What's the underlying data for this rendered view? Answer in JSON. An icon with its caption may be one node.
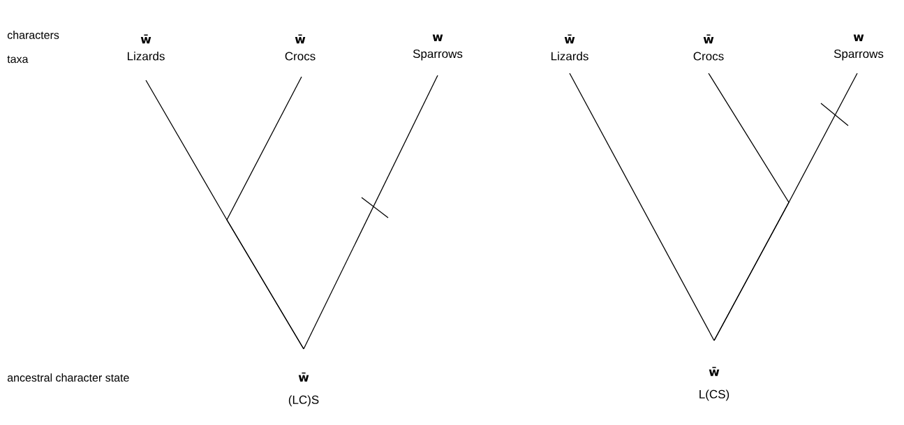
{
  "diagram": {
    "nodes": [
      {
        "text": [
          "w̄",
          "Lizards"
        ]
      },
      {
        "text": [
          "w̄",
          "Crocs"
        ]
      },
      {
        "text": [
          "w",
          "Sparrows"
        ]
      },
      {
        "text": [
          "w̄",
          "(LC)S"
        ]
      },
      {
        "text": [
          "w̄",
          "Lizards"
        ]
      },
      {
        "text": [
          "w̄",
          "Crocs"
        ]
      },
      {
        "text": [
          "w",
          "Sparrows"
        ]
      },
      {
        "text": [
          "w̄",
          "L(CS)"
        ]
      }
    ],
    "edges": [
      {
        "from": 3,
        "to": 0,
        "arrow": "none"
      },
      {
        "from": 3,
        "to": 1,
        "arrow": "none"
      },
      {
        "from": 3,
        "to": 2,
        "arrow": "none"
      },
      {
        "from": 7,
        "to": 4,
        "arrow": "none"
      },
      {
        "from": 7,
        "to": 5,
        "arrow": "none"
      },
      {
        "from": 7,
        "to": 6,
        "arrow": "none"
      }
    ],
    "labels": [
      "characters",
      "taxa",
      "ancestral character state"
    ]
  }
}
